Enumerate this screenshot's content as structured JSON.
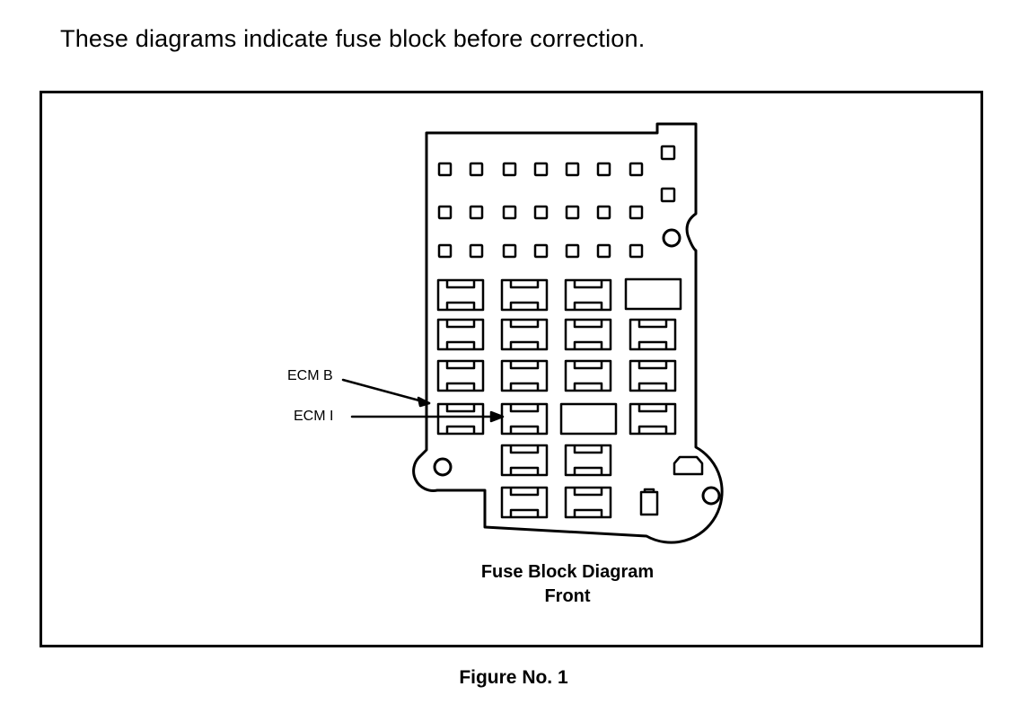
{
  "intro_text": "These diagrams indicate fuse block before correction.",
  "callouts": {
    "ecm_b": "ECM B",
    "ecm_i": "ECM I"
  },
  "caption": {
    "line1": "Fuse Block Diagram",
    "line2": "Front"
  },
  "figure_label": "Figure No. 1"
}
